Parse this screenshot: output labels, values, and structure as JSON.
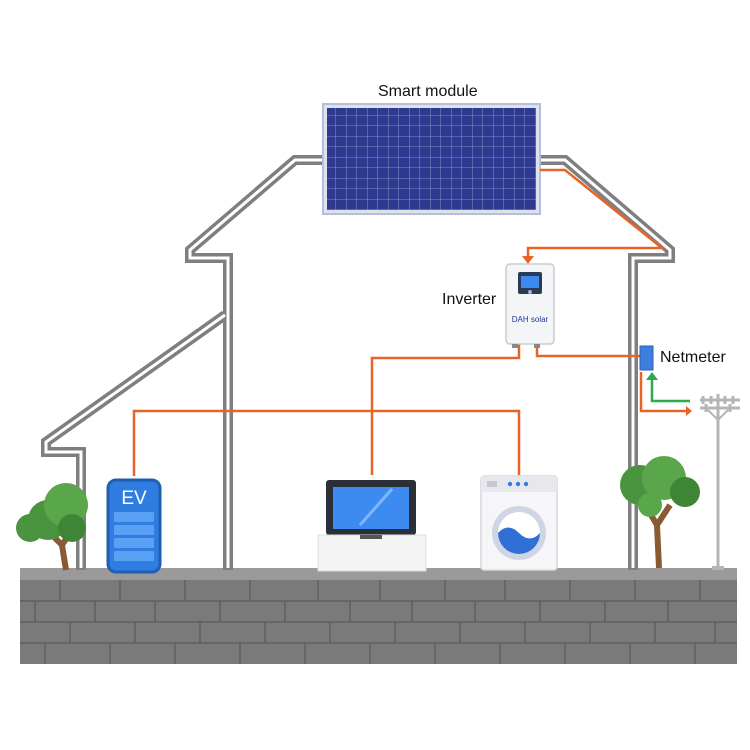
{
  "labels": {
    "module": "Smart module",
    "inverter": "Inverter",
    "netmeter": "Netmeter",
    "ev": "EV",
    "brand_logo": "DAH solar"
  },
  "colors": {
    "house_outline": "#7f7f7f",
    "wire": "#e8632a",
    "grid_arrow": "#2fa84f",
    "panel": "#2d3a8f",
    "screen": "#2f7de0",
    "netmeter_box": "#3d7fe0",
    "ground": "#8a8a8a",
    "stone": "#707070",
    "tree_leaf": "#4a9440",
    "tree_trunk": "#8a5a32"
  },
  "icons": [
    "solar-panel-icon",
    "inverter-icon",
    "netmeter-icon",
    "ev-charger-icon",
    "laptop-icon",
    "washing-machine-icon",
    "tree-icon",
    "utility-pole-icon"
  ]
}
